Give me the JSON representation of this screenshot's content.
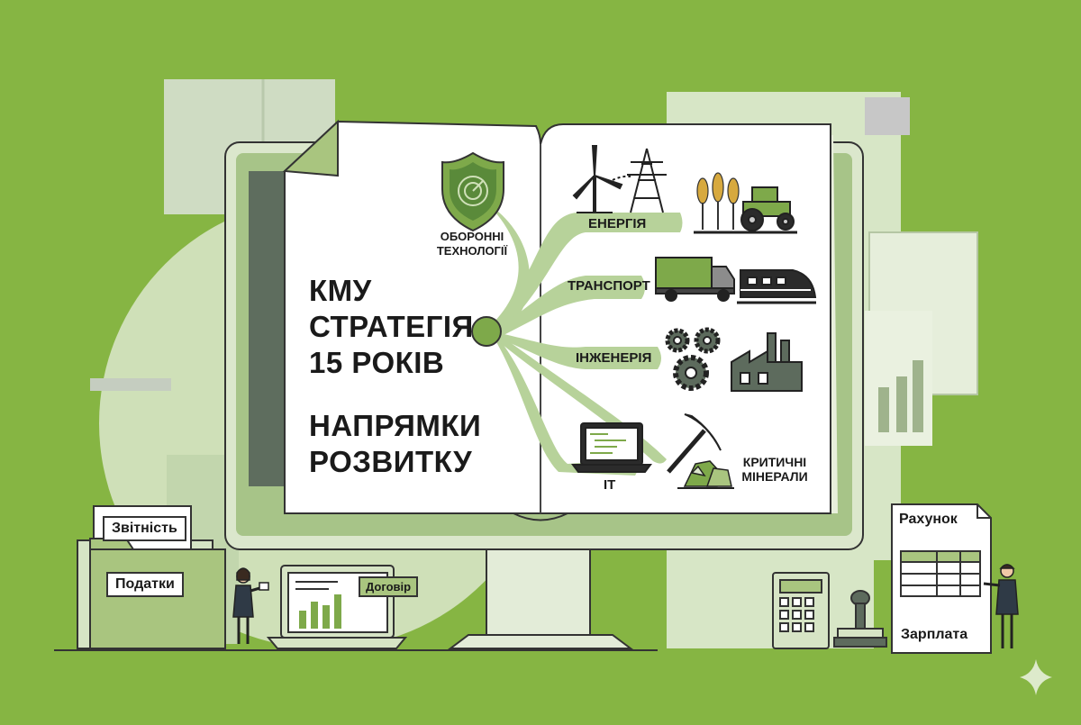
{
  "book": {
    "title_lines": [
      "КМУ",
      "СТРАТЕГІЯ",
      "15 РОКІВ"
    ],
    "subtitle_lines": [
      "НАПРЯМКИ",
      "РОЗВИТКУ"
    ],
    "defense_lines": [
      "ОБОРОННІ",
      "ТЕХНОЛОГІЇ"
    ]
  },
  "branches": {
    "energy": "ЕНЕРГІЯ",
    "transport": "ТРАНСПОРТ",
    "engineering": "ІНЖЕНЕРІЯ",
    "it": "IT",
    "minerals_lines": [
      "КРИТИЧНІ",
      "МІНЕРАЛИ"
    ]
  },
  "folders": {
    "reports": "Звітність",
    "taxes": "Податки"
  },
  "laptop": {
    "contract": "Договір"
  },
  "invoice": {
    "title": "Рахунок",
    "salary": "Зарплата"
  },
  "icons": [
    "shield-radar-icon",
    "wind-turbine-icon",
    "power-pylon-icon",
    "wheat-icon",
    "tractor-icon",
    "truck-icon",
    "train-icon",
    "gears-icon",
    "factory-icon",
    "laptop-code-icon",
    "pickaxe-icon",
    "minerals-icon",
    "calculator-icon",
    "stamp-icon",
    "sparkle-icon"
  ],
  "colors": {
    "background": "#86b543",
    "accent": "#7ea94a",
    "dark": "#5d6b5d",
    "light": "#d4e3c2"
  }
}
